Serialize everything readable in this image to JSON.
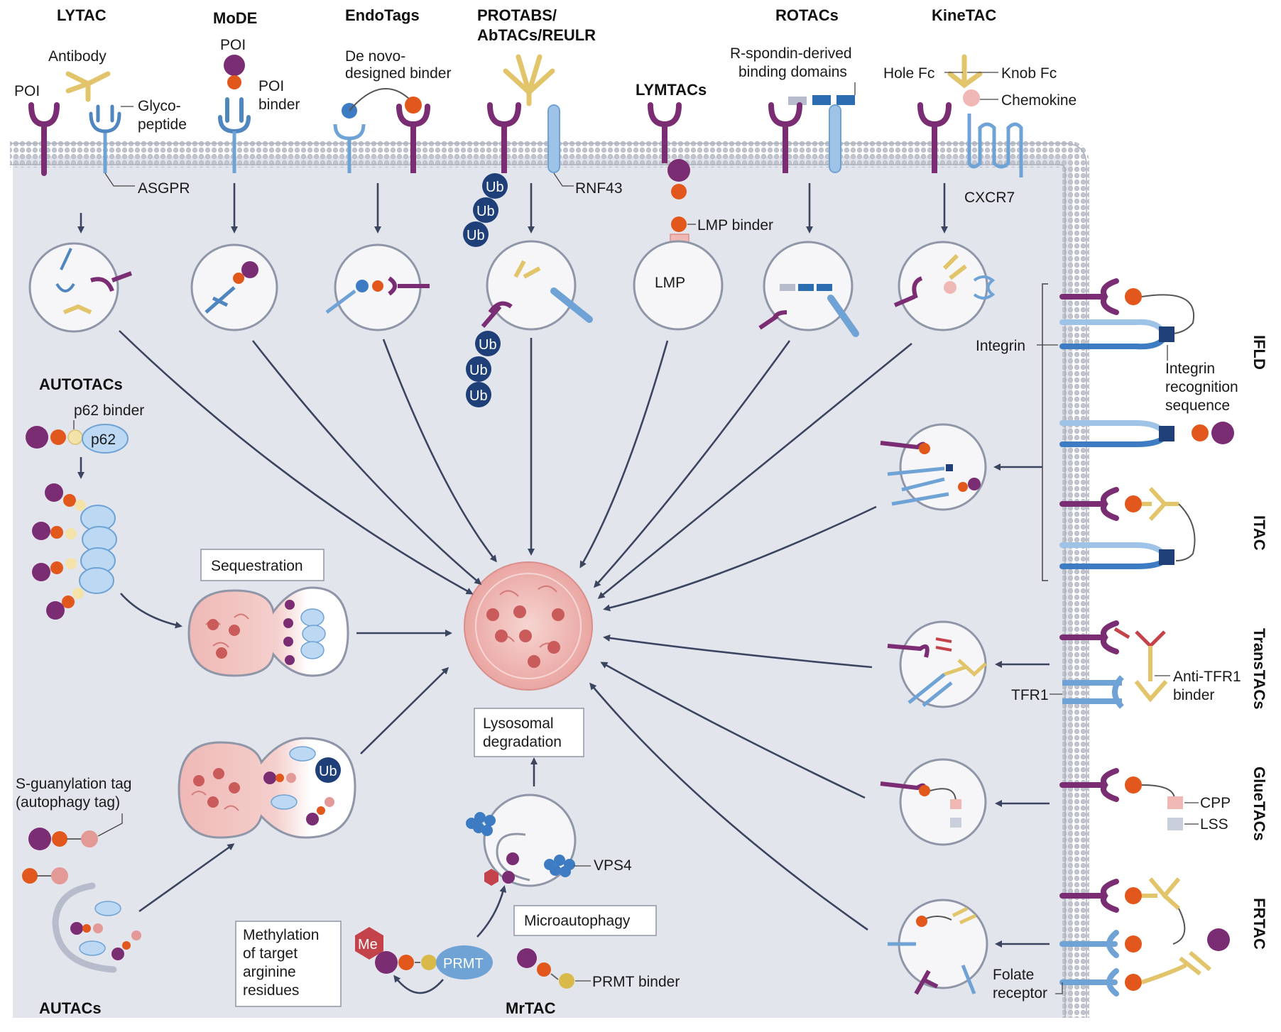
{
  "titles": {
    "lytac": "LYTAC",
    "mode": "MoDE",
    "endotags": "EndoTags",
    "protabs_1": "PROTABS/",
    "protabs_2": "AbTACs/REULR",
    "lymtacs": "LYMTACs",
    "rotacs": "ROTACs",
    "kinetac": "KineTAC",
    "autotacs": "AUTOTACs",
    "autacs": "AUTACs",
    "mrtac": "MrTAC",
    "ifld": "IFLD",
    "itac": "ITAC",
    "transtacs": "TransTACs",
    "gluetacs": "GlueTACs",
    "frtac": "FRTAC"
  },
  "labels": {
    "antibody": "Antibody",
    "poi": "POI",
    "glyco_1": "Glyco-",
    "glyco_2": "peptide",
    "asgpr": "ASGPR",
    "mode_poi": "POI",
    "poi_binder_1": "POI",
    "poi_binder_2": "binder",
    "denovo_1": "De novo-",
    "denovo_2": "designed binder",
    "rnf43": "RNF43",
    "ub": "Ub",
    "lmp_binder": "LMP binder",
    "lmp": "LMP",
    "rspondin_1": "R-spondin-derived",
    "rspondin_2": "binding domains",
    "hole_fc": "Hole Fc",
    "knob_fc": "Knob Fc",
    "chemokine": "Chemokine",
    "cxcr7": "CXCR7",
    "p62_binder": "p62 binder",
    "p62": "p62",
    "sequestration": "Sequestration",
    "sguan_1": "S-guanylation tag",
    "sguan_2": "(autophagy tag)",
    "methyl_1": "Methylation",
    "methyl_2": "of target",
    "methyl_3": "arginine",
    "methyl_4": "residues",
    "me": "Me",
    "prmt": "PRMT",
    "prmt_binder": "PRMT binder",
    "vps4": "VPS4",
    "microautophagy": "Microautophagy",
    "lyso_1": "Lysosomal",
    "lyso_2": "degradation",
    "integrin": "Integrin",
    "integrin_rec_1": "Integrin",
    "integrin_rec_2": "recognition",
    "integrin_rec_3": "sequence",
    "tfr1": "TFR1",
    "anti_tfr1_1": "Anti-TFR1",
    "anti_tfr1_2": "binder",
    "cpp": "CPP",
    "lss": "LSS",
    "folate_1": "Folate",
    "folate_2": "receptor"
  },
  "colors": {
    "membrane": "#c9cbd3",
    "cytoplasm": "#e3e5ec",
    "poi": "#7b2d73",
    "receptor_blue": "#6fa3d6",
    "antibody_yellow": "#e2c46a",
    "ub": "#1f3f78",
    "binder_orange": "#e2571c",
    "lysosome": "#f3c7c4",
    "arrow": "#3b4560"
  }
}
